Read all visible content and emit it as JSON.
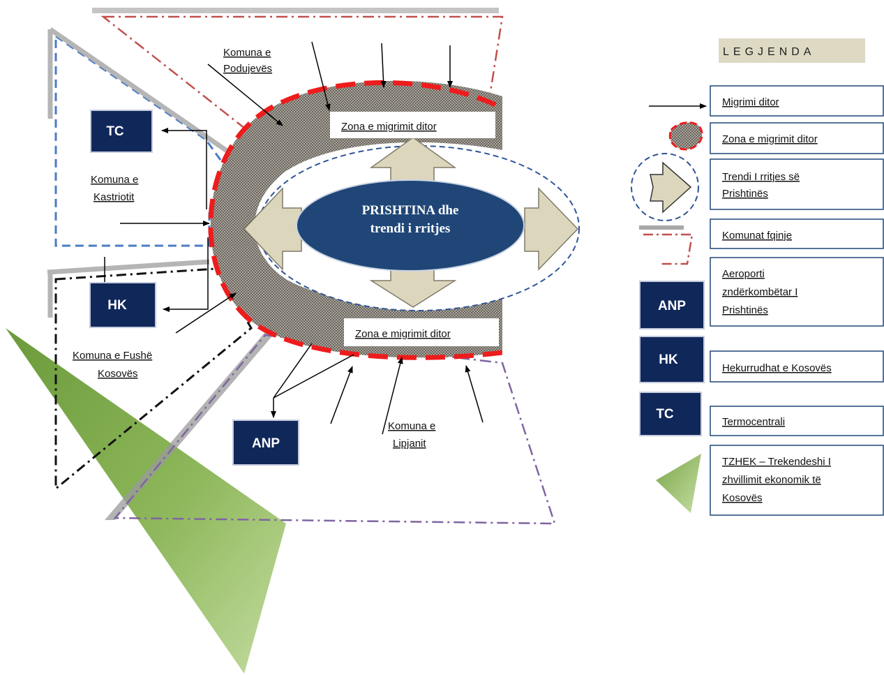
{
  "center": {
    "line1": "PRISHTINA dhe",
    "line2": "trendi i rritjes"
  },
  "zones": {
    "top": "Zona e migrimit ditor",
    "bottom": "Zona e migrimit ditor"
  },
  "municipalities": {
    "podujeva": [
      "Komuna e",
      "Podujevës"
    ],
    "kastrioti": [
      "Komuna e",
      "Kastriotit"
    ],
    "fushe_kosova": [
      "Komuna e Fushë",
      "Kosovës"
    ],
    "lipjani": [
      "Komuna e",
      "Lipjanit"
    ]
  },
  "boxes": {
    "tc": "TC",
    "hk": "HK",
    "anp": "ANP"
  },
  "legend": {
    "title": "LEGJENDA",
    "items": [
      {
        "label_lines": [
          "Migrimi ditor"
        ]
      },
      {
        "label_lines": [
          "Zona e migrimit ditor"
        ]
      },
      {
        "label_lines": [
          "Trendi I rritjes së",
          "Prishtinës"
        ]
      },
      {
        "label_lines": [
          "Komunat fqinje"
        ]
      },
      {
        "symbol": "ANP",
        "label_lines": [
          "Aeroporti",
          "zndërkombëtar I",
          "Prishtinës"
        ]
      },
      {
        "symbol": "HK",
        "label_lines": [
          "Hekurrudhat e Kosovës"
        ]
      },
      {
        "symbol": "TC",
        "label_lines": [
          "Termocentrali"
        ]
      },
      {
        "label_lines": [
          "TZHEK – Trekendeshi I",
          "zhvillimit ekonomik të",
          "Kosovës"
        ]
      }
    ]
  },
  "colors": {
    "navy": "#10275a",
    "center_ellipse": "#1f4677",
    "arrow_fill": "#dcd6bd",
    "dash_red": "#ee1c1c",
    "blue_dash": "#4a7bc4",
    "red_dashdot": "#c0504d",
    "purple_dashdot": "#8064a2",
    "green_light": "#a9c97a",
    "green_dark": "#6b9a3b"
  }
}
